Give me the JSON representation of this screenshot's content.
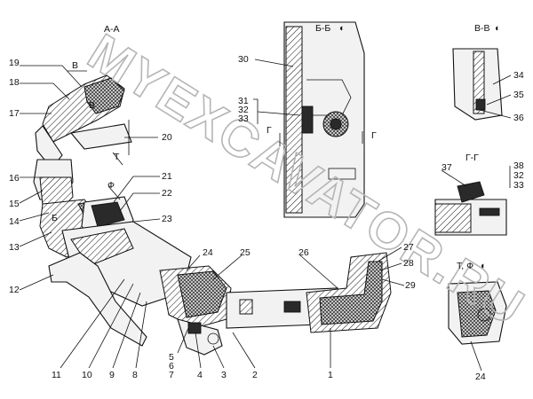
{
  "watermark": "MYEXCAVATOR.RU",
  "sections": {
    "a_a": "А-А",
    "b_b": "Б-Б",
    "v_v": "В-В",
    "g_g": "Г-Г",
    "t_f": "Т, Ф"
  },
  "view_markers": {
    "b": "Б",
    "v_top": "В",
    "v_mid": "В",
    "g_left": "Г",
    "g_right": "Г",
    "t": "Т",
    "f": "Ф"
  },
  "callouts": {
    "n1": "1",
    "n2": "2",
    "n3": "3",
    "n4": "4",
    "n5": "5",
    "n6": "6",
    "n7": "7",
    "n8": "8",
    "n9": "9",
    "n10": "10",
    "n11": "11",
    "n12": "12",
    "n13": "13",
    "n14": "14",
    "n15": "15",
    "n16": "16",
    "n17": "17",
    "n18": "18",
    "n19": "19",
    "n20": "20",
    "n21": "21",
    "n22": "22",
    "n23": "23",
    "n24": "24",
    "n25": "25",
    "n26": "26",
    "n27": "27",
    "n28": "28",
    "n29": "29",
    "n30": "30",
    "n31": "31",
    "n32": "32",
    "n33": "33",
    "n34": "34",
    "n35": "35",
    "n36": "36",
    "n37": "37",
    "n38": "38",
    "n32b": "32",
    "n33b": "33",
    "n24b": "24"
  }
}
